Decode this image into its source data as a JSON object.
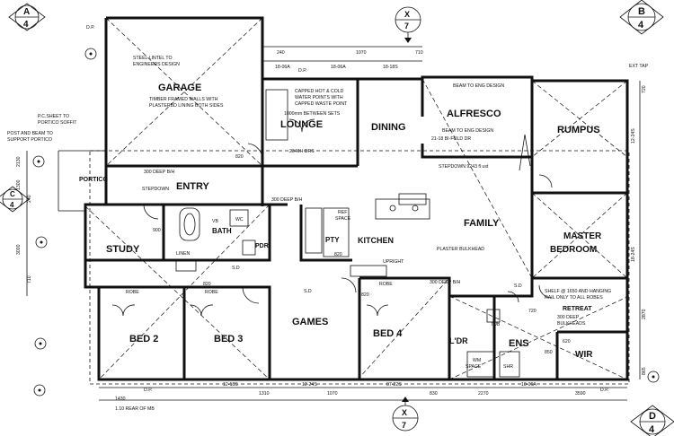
{
  "rooms": {
    "garage": "GARAGE",
    "lounge": "LOUNGE",
    "dining": "DINING",
    "alfresco": "ALFRESCO",
    "rumpus": "RUMPUS",
    "entry": "ENTRY",
    "family": "FAMILY",
    "master1": "MASTER",
    "master2": "BEDROOM",
    "study": "STUDY",
    "bath": "BATH",
    "pdr": "PDR",
    "pty": "PTY",
    "kitchen": "KITCHEN",
    "games": "GAMES",
    "bed2": "BED 2",
    "bed3": "BED 3",
    "bed4": "BED 4",
    "ldr": "L'DR",
    "ens": "ENS",
    "wir": "WIR",
    "retreat": "RETREAT",
    "portico": "PORTICO",
    "linen": "LINEN",
    "robe1": "ROBE",
    "robe2": "ROBE",
    "robe3": "ROBE"
  },
  "notes": {
    "garage_lintel1": "STEEL LINTEL TO",
    "garage_lintel2": "ENGINEERS DESIGN",
    "garage_walls1": "TIMBER FRAMED WALLS WITH",
    "garage_walls2": "PLASTERBD LINING BOTH SIDES",
    "water1": "CAPPED HOT & COLD",
    "water2": "WATER POINTS WITH",
    "water3": "CAPPED WASTE POINT",
    "water4": "1000mm BETWEEN SETS",
    "beam1": "BEAM TO ENG DESIGN",
    "beam2": "BEAM TO ENG DESIGN",
    "bifold": "21-18 BI-FOLD DR",
    "stepdown": "STEPDOWN 9243 fl ust",
    "ht": "2340H DRS",
    "pc_sheet1": "P.C.SHEET TO",
    "pc_sheet2": "PORTICO SOFFIT",
    "post_beam1": "POST AND BEAM TO",
    "post_beam2": "SUPPORT PORTICO",
    "steps": "STEPDOWN",
    "bulkhead": "PLASTER BULKHEAD",
    "upright": "UPRIGHT",
    "shelf1": "SHELF @ 1650 AND HANGING",
    "shelf2": "RAIL ONLY TO ALL ROBES",
    "bulk_retreat1": "300 DEEP",
    "bulk_retreat2": "BULKHEADS",
    "deep1": "300 DEEP B/H",
    "deep2": "300 DEEP B/H",
    "deep3": "300 DEEP B/H",
    "wm": "WM",
    "space": "SPACE",
    "tub": "TUB",
    "shr": "SHR",
    "fridge1": "REF",
    "fridge2": "SPACE",
    "sd1": "S.D",
    "sd2": "S.D",
    "sd3": "S.D",
    "vb": "VB",
    "wc": "WC",
    "dp1": "D.P.",
    "dp2": "D.P.",
    "dp3": "D.P.",
    "dp4": "D.P.",
    "ext_tap": "EXT TAP",
    "rear": "1.10 REAR OF MB"
  },
  "dims": {
    "top_1070": "1070",
    "top_710": "710",
    "top_240": "240",
    "top_18_06a_1": "18-06A",
    "top_18_06a_2": "18-06A",
    "top_18_18s": "18-18S",
    "left_2130": "2130",
    "left_1300": "1300",
    "left_3000": "3000",
    "left_710": "710",
    "left_240": "240",
    "bot_12_18s": "12-18S",
    "bot_1310": "1310",
    "bot_12_24s": "12-24S",
    "bot_1070": "1070",
    "bot_07_22s": "07-22S",
    "bot_830": "830",
    "bot_2270": "2270",
    "bot_10_06a": "10-06A",
    "bot_3590": "3590",
    "bot_1430": "1430",
    "r_12_24s": "12-24S",
    "r_18_24s": "18-24S",
    "r_2870": "2870",
    "r_865": "865",
    "r_720": "720",
    "d820a": "820",
    "d820b": "820",
    "d820c": "820",
    "d820d": "820",
    "d720": "720",
    "d900": "900",
    "d620": "620",
    "d850": "850"
  },
  "callouts": {
    "a_top": "A",
    "a_bot": "4",
    "x_top_top": "X",
    "x_top_bot": "7",
    "b_top": "B",
    "b_bot": "4",
    "c_top": "C",
    "c_bot": "4",
    "x_bot_top": "X",
    "x_bot_bot": "7",
    "d_top": "D",
    "d_bot": "4"
  }
}
